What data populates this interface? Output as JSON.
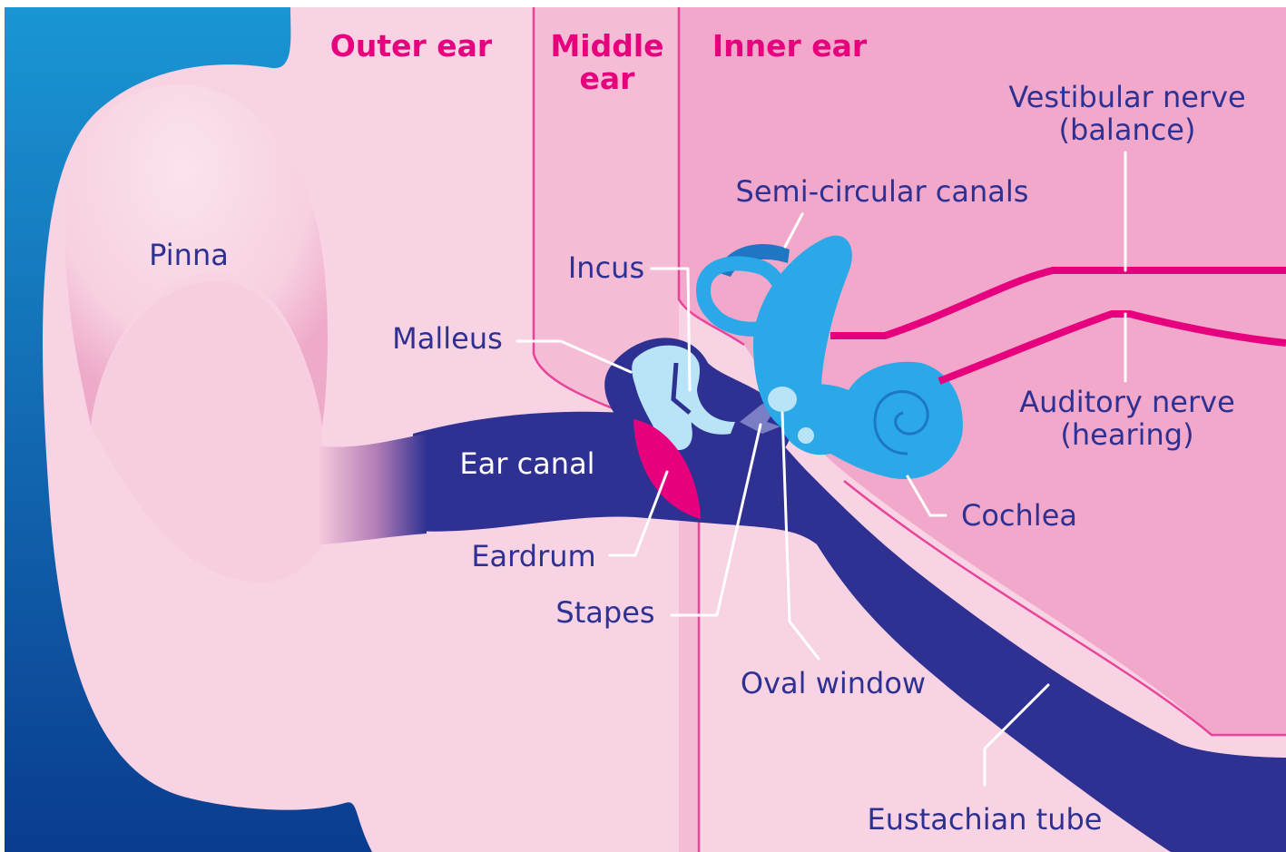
{
  "colors": {
    "background_blue_top": "#1a96d4",
    "background_blue_bottom": "#0a3c8f",
    "outer_ear_pink": "#f8d3e3",
    "middle_ear_pink": "#f5bcd6",
    "inner_ear_pink": "#f2a8cb",
    "section_line": "#e8449a",
    "title_magenta": "#e6007e",
    "label_navy": "#2e3192",
    "canal_navy": "#2e3192",
    "bone_light_blue": "#b9e4f7",
    "labyrinth_blue": "#2aa8e8",
    "nerve_magenta": "#e6007e",
    "eardrum_magenta": "#e6007e",
    "leader_white": "#ffffff"
  },
  "sections": {
    "outer": "Outer ear",
    "middle": "Middle ear",
    "inner": "Inner ear"
  },
  "labels": {
    "pinna": "Pinna",
    "malleus": "Malleus",
    "incus": "Incus",
    "ear_canal": "Ear canal",
    "eardrum": "Eardrum",
    "stapes": "Stapes",
    "oval_window": "Oval window",
    "semicircular_canals": "Semi-circular canals",
    "vestibular_nerve": [
      "Vestibular nerve",
      "(balance)"
    ],
    "auditory_nerve": [
      "Auditory nerve",
      "(hearing)"
    ],
    "cochlea": "Cochlea",
    "eustachian_tube": "Eustachian tube"
  }
}
